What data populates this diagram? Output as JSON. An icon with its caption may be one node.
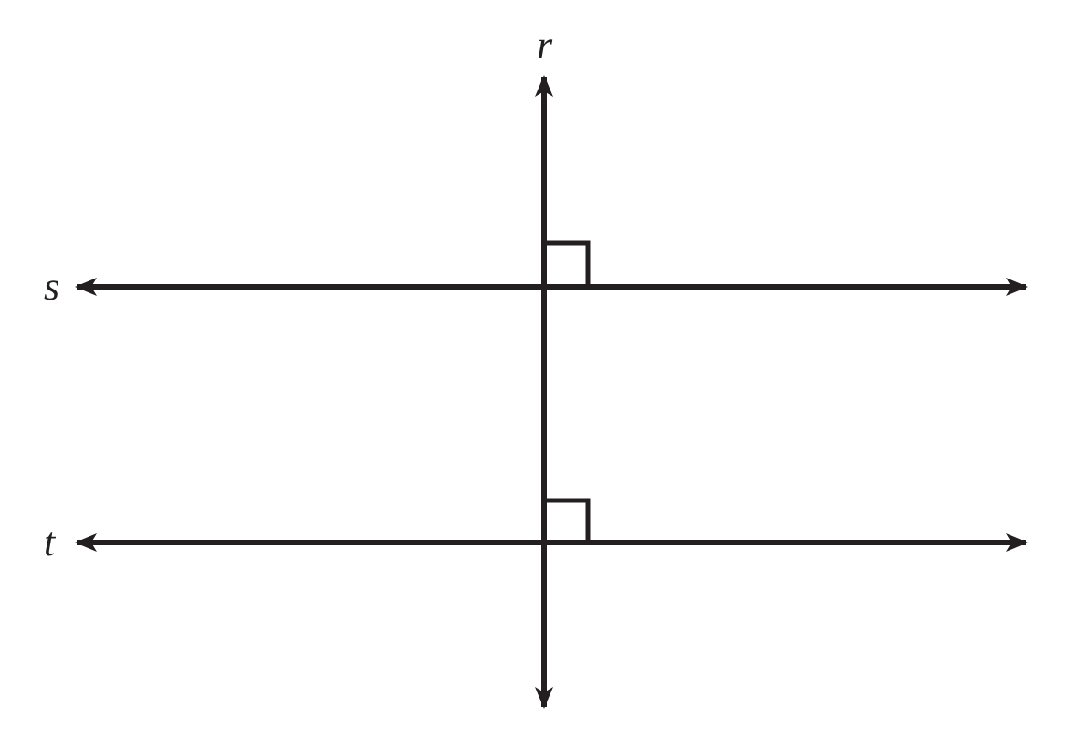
{
  "diagram": {
    "labels": [
      "r",
      "s",
      "t"
    ]
  }
}
